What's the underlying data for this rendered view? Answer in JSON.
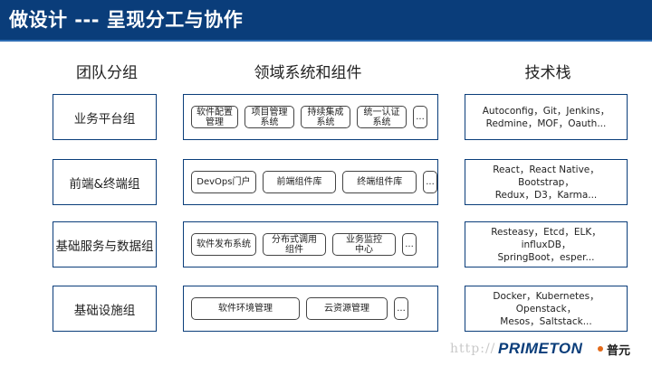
{
  "slide": {
    "title": "做设计 --- 呈现分工与协作",
    "columns": [
      "团队分组",
      "领域系统和组件",
      "技术栈"
    ]
  },
  "rows": [
    {
      "team": "业务平台组",
      "domain_items": [
        [
          "软件配置",
          "管理"
        ],
        [
          "项目管理",
          "系统"
        ],
        [
          "持续集成",
          "系统"
        ],
        [
          "统一认证",
          "系统"
        ],
        [
          "..."
        ]
      ],
      "tech": [
        "Autoconfig，Git，Jenkins，",
        "Redmine，MOF，Oauth..."
      ]
    },
    {
      "team": "前端&终端组",
      "domain_items": [
        [
          "DevOps门户"
        ],
        [
          "前端组件库"
        ],
        [
          "终端组件库"
        ],
        [
          "..."
        ]
      ],
      "tech": [
        "React，React Native，Bootstrap，",
        "Redux，D3，Karma..."
      ]
    },
    {
      "team": "基础服务与数据组",
      "domain_items": [
        [
          "软件发布系统"
        ],
        [
          "分布式调用",
          "组件"
        ],
        [
          "业务监控",
          "中心"
        ],
        [
          "..."
        ]
      ],
      "tech": [
        "Resteasy，Etcd，ELK，influxDB，",
        "SpringBoot，esper..."
      ]
    },
    {
      "team": "基础设施组",
      "domain_items": [
        [
          "软件环境管理"
        ],
        [
          "云资源管理"
        ],
        [
          "..."
        ]
      ],
      "tech": [
        "Docker，Kubernetes，Openstack，",
        "Mesos，Saltstack..."
      ]
    }
  ],
  "footer": {
    "watermark": "http://",
    "logo_wordmark": "PRIMETON",
    "logo_cn": "普元"
  }
}
